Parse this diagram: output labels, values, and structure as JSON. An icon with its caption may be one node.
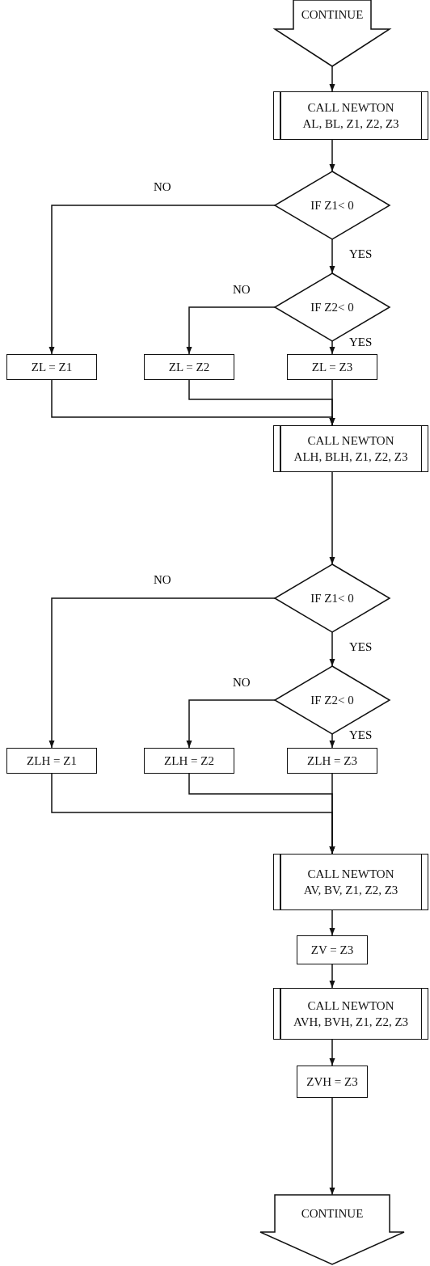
{
  "diagram": {
    "nodes": [
      {
        "text": [
          "CONTINUE"
        ]
      },
      {
        "text": [
          "CALL NEWTON",
          "AL, BL, Z1, Z2, Z3"
        ]
      },
      {
        "text": [
          "IF Z1< 0"
        ]
      },
      {
        "text": [
          "IF Z2< 0"
        ]
      },
      {
        "text": [
          "ZL = Z1"
        ]
      },
      {
        "text": [
          "ZL = Z2"
        ]
      },
      {
        "text": [
          "ZL = Z3"
        ]
      },
      {
        "text": [
          "CALL NEWTON",
          "ALH, BLH, Z1, Z2, Z3"
        ]
      },
      {
        "text": [
          "IF Z1< 0"
        ]
      },
      {
        "text": [
          "IF Z2< 0"
        ]
      },
      {
        "text": [
          "ZLH = Z1"
        ]
      },
      {
        "text": [
          "ZLH = Z2"
        ]
      },
      {
        "text": [
          "ZLH = Z3"
        ]
      },
      {
        "text": [
          "CALL NEWTON",
          "AV, BV, Z1, Z2, Z3"
        ]
      },
      {
        "text": [
          "ZV = Z3"
        ]
      },
      {
        "text": [
          "CALL NEWTON",
          "AVH, BVH, Z1, Z2, Z3"
        ]
      },
      {
        "text": [
          "ZVH = Z3"
        ]
      },
      {
        "text": [
          "CONTINUE"
        ]
      }
    ],
    "edges": [
      {
        "from": 0,
        "to": 1,
        "arrow": "to"
      },
      {
        "from": 1,
        "to": 2,
        "arrow": "to"
      },
      {
        "from": 2,
        "to": 4,
        "arrow": "to",
        "label": "NO"
      },
      {
        "from": 2,
        "to": 3,
        "arrow": "to",
        "label": "YES"
      },
      {
        "from": 3,
        "to": 5,
        "arrow": "to",
        "label": "NO"
      },
      {
        "from": 3,
        "to": 6,
        "arrow": "to",
        "label": "YES"
      },
      {
        "from": 6,
        "to": 7,
        "arrow": "to"
      },
      {
        "from": 5,
        "to": 7,
        "arrow": "to"
      },
      {
        "from": 4,
        "to": 7,
        "arrow": "to"
      },
      {
        "from": 7,
        "to": 8,
        "arrow": "to"
      },
      {
        "from": 8,
        "to": 10,
        "arrow": "to",
        "label": "NO"
      },
      {
        "from": 8,
        "to": 9,
        "arrow": "to",
        "label": "YES"
      },
      {
        "from": 9,
        "to": 11,
        "arrow": "to",
        "label": "NO"
      },
      {
        "from": 9,
        "to": 12,
        "arrow": "to",
        "label": "YES"
      },
      {
        "from": 12,
        "to": 13,
        "arrow": "to"
      },
      {
        "from": 11,
        "to": 13,
        "arrow": "to"
      },
      {
        "from": 10,
        "to": 13,
        "arrow": "to"
      },
      {
        "from": 13,
        "to": 14,
        "arrow": "to"
      },
      {
        "from": 14,
        "to": 15,
        "arrow": "to"
      },
      {
        "from": 15,
        "to": 16,
        "arrow": "to"
      },
      {
        "from": 16,
        "to": 17,
        "arrow": "to"
      }
    ]
  }
}
